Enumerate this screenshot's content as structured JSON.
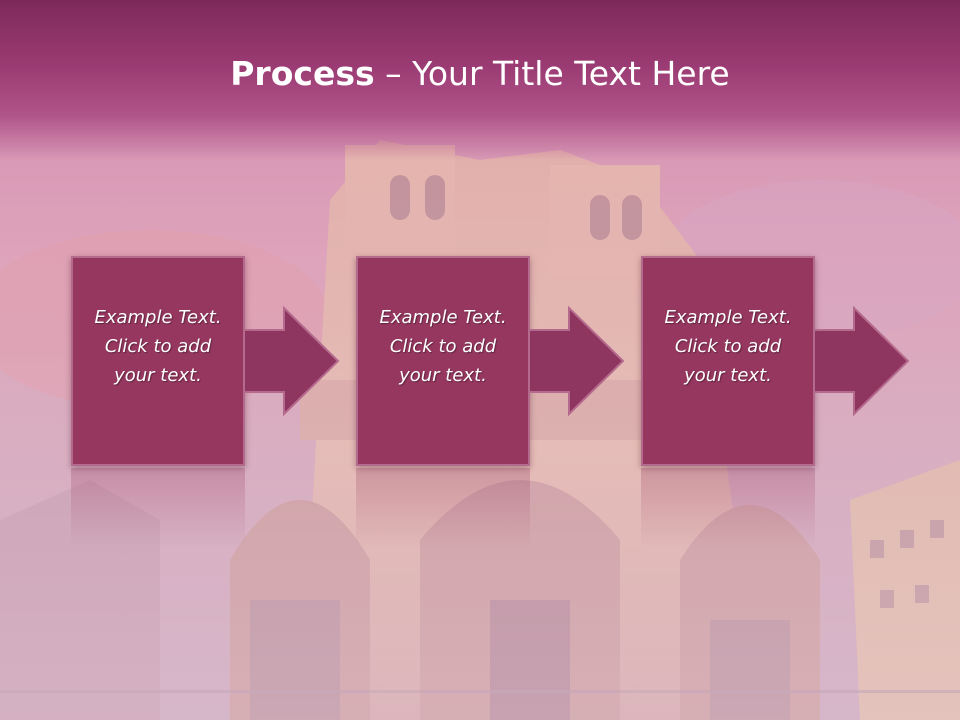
{
  "slide": {
    "title_bold": "Process",
    "title_rest": " – Your Title Text Here",
    "steps": [
      {
        "text": "Example Text. Click  to add your text."
      },
      {
        "text": "Example Text. Click  to add your text."
      },
      {
        "text": "Example Text. Click  to add your text."
      }
    ]
  },
  "colors": {
    "title_bar": "#8c3466",
    "box_fill": "#95375f",
    "arrow_fill": "#8e3560",
    "text": "#ffffff"
  },
  "icons": [
    "right-arrow-icon"
  ]
}
